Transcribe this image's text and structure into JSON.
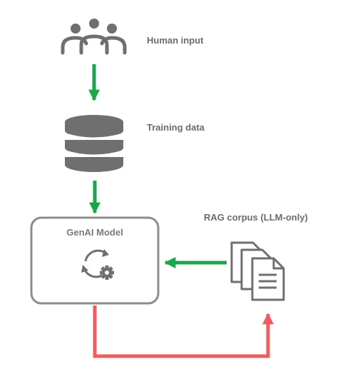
{
  "nodes": {
    "human_input": "Human input",
    "training_data": "Training data",
    "model": "GenAI Model",
    "rag_corpus": "RAG corpus (LLM-only)"
  },
  "icons": {
    "human_input": "people-group-icon",
    "training_data": "database-icon",
    "model": "refresh-gear-icon",
    "rag_corpus": "document-stack-icon"
  },
  "colors": {
    "icon": "#6f6f6f",
    "box_border": "#8c8c8c",
    "arrow_green": "#1aa64a",
    "arrow_red": "#f25c5c"
  }
}
